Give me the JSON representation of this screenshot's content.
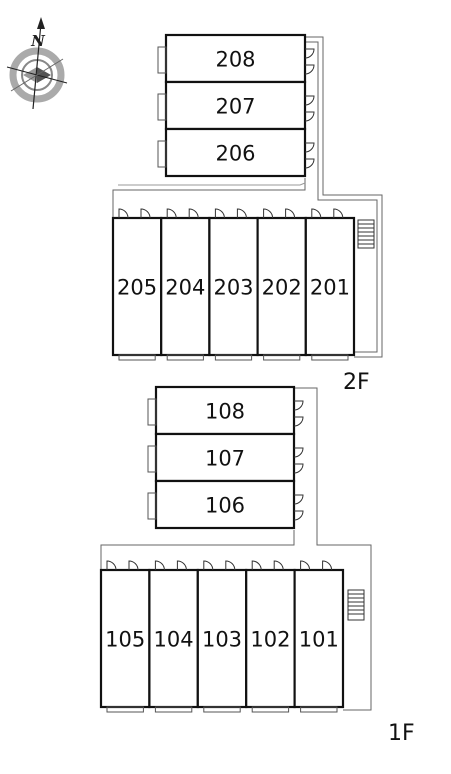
{
  "compass": {
    "north_letter": "N",
    "icon": "compass-rose-icon"
  },
  "floors": [
    {
      "id": "2F",
      "label": "2F",
      "upper_units": [
        "208",
        "207",
        "206"
      ],
      "lower_units": [
        "205",
        "204",
        "203",
        "202",
        "201"
      ]
    },
    {
      "id": "1F",
      "label": "1F",
      "upper_units": [
        "108",
        "107",
        "106"
      ],
      "lower_units": [
        "105",
        "104",
        "103",
        "102",
        "101"
      ]
    }
  ]
}
